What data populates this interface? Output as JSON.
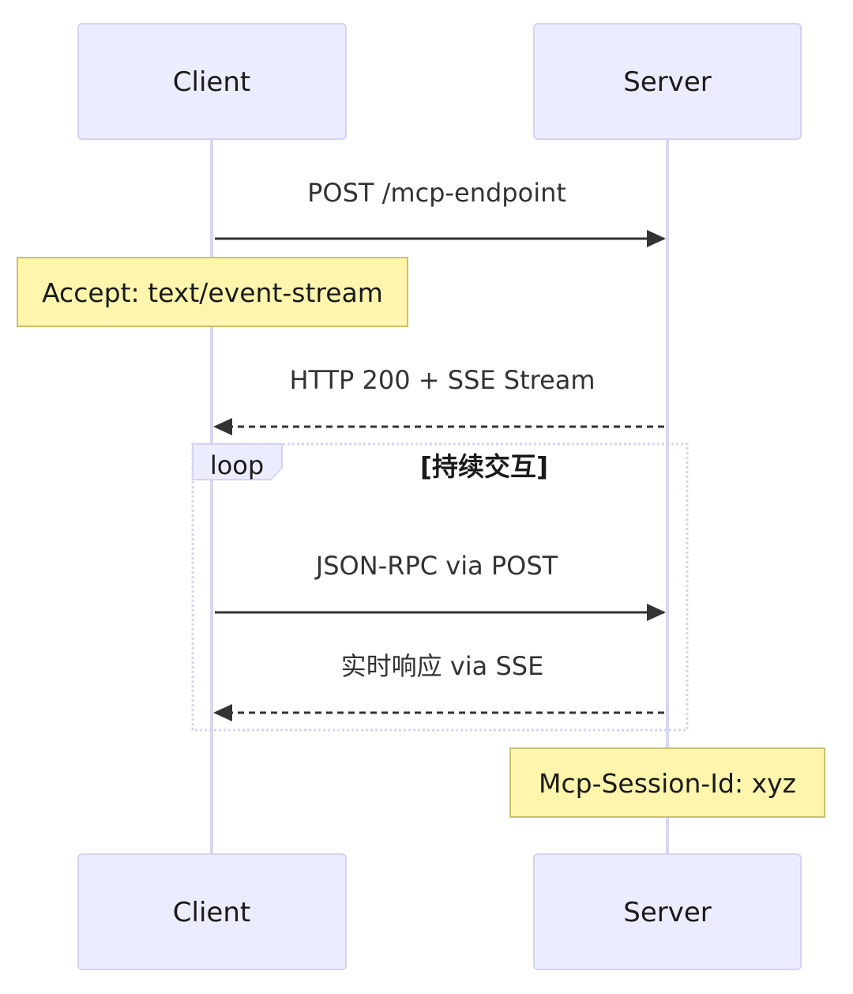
{
  "actors": {
    "client": "Client",
    "server": "Server"
  },
  "messages": [
    {
      "from": "Client",
      "to": "Server",
      "text": "POST /mcp-endpoint",
      "style": "solid"
    },
    {
      "from": "Server",
      "to": "Client",
      "text": "HTTP 200 + SSE Stream",
      "style": "dashed"
    },
    {
      "from": "Client",
      "to": "Server",
      "text": "JSON-RPC via POST",
      "style": "solid"
    },
    {
      "from": "Server",
      "to": "Client",
      "text": "实时响应 via SSE",
      "style": "dashed"
    }
  ],
  "notes": {
    "client_note": "Accept: text/event-stream",
    "server_note": "Mcp-Session-Id: xyz"
  },
  "loop": {
    "label": "loop",
    "condition": "[持续交互]"
  },
  "colors": {
    "actor_fill": "#ececff",
    "actor_border": "#d6d3f2",
    "note_fill": "#fff5ad",
    "note_border": "#c9c26a",
    "line": "#333333"
  }
}
